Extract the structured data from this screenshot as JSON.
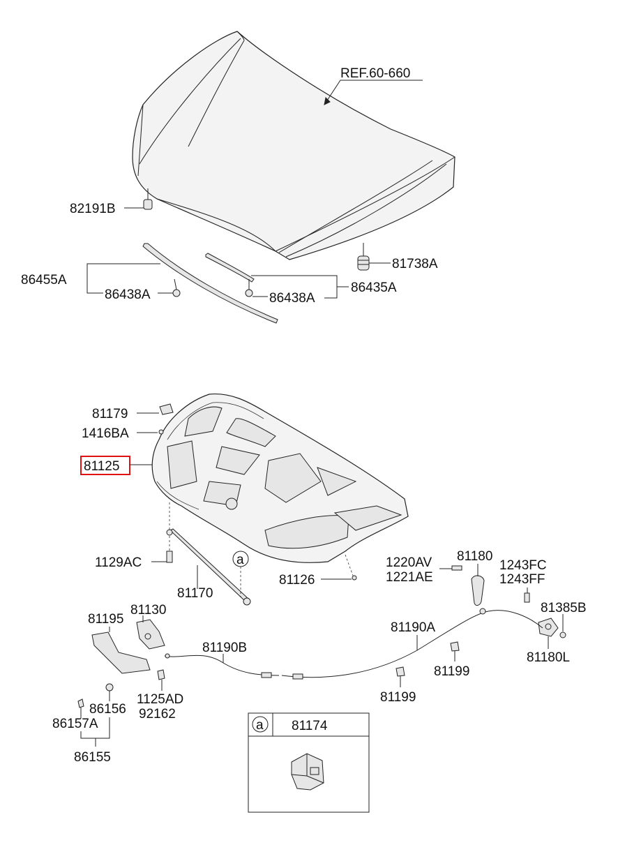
{
  "labels": {
    "ref": "REF.60-660",
    "p82191B": "82191B",
    "p81738A": "81738A",
    "p86455A": "86455A",
    "p86438A_left": "86438A",
    "p86438A_right": "86438A",
    "p86435A": "86435A",
    "p81179": "81179",
    "p1416BA": "1416BA",
    "p81125": "81125",
    "p1129AC": "1129AC",
    "p81170": "81170",
    "p81126": "81126",
    "p1220AV": "1220AV",
    "p1221AE": "1221AE",
    "p81180": "81180",
    "p1243FC": "1243FC",
    "p1243FF": "1243FF",
    "p81385B": "81385B",
    "p81180L": "81180L",
    "p81195": "81195",
    "p81130": "81130",
    "p81190B": "81190B",
    "p81190A": "81190A",
    "p81199_right": "81199",
    "p81199_mid": "81199",
    "p1125AD": "1125AD",
    "p92162": "92162",
    "p86156": "86156",
    "p86157A": "86157A",
    "p86155": "86155",
    "callout_a": "a",
    "detail_a": "a",
    "p81174": "81174"
  },
  "highlight": {
    "part": "81125",
    "color": "#e11111"
  }
}
